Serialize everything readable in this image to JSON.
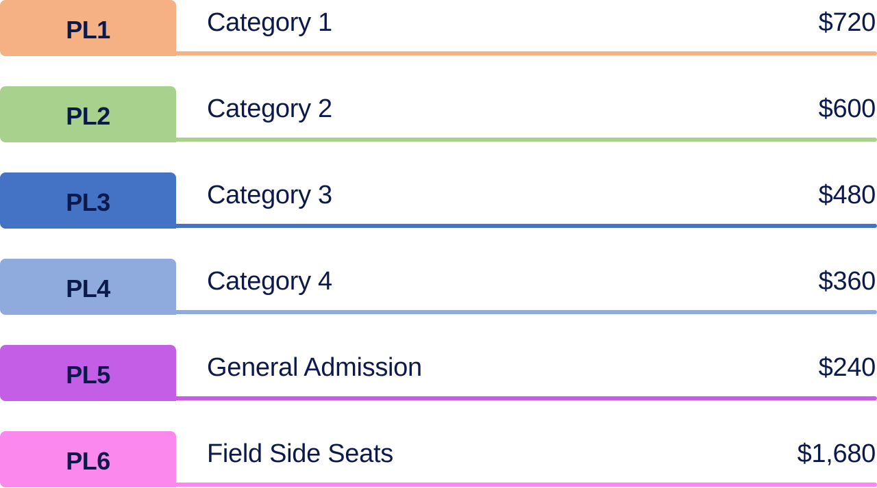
{
  "rows": [
    {
      "code": "PL1",
      "name": "Category 1",
      "price": "$720",
      "color": "#f5b184"
    },
    {
      "code": "PL2",
      "name": "Category 2",
      "price": "$600",
      "color": "#a9d18e"
    },
    {
      "code": "PL3",
      "name": "Category 3",
      "price": "$480",
      "color": "#4472c4"
    },
    {
      "code": "PL4",
      "name": "Category 4",
      "price": "$360",
      "color": "#8faadc"
    },
    {
      "code": "PL5",
      "name": "General Admission",
      "price": "$240",
      "color": "#c55ee6"
    },
    {
      "code": "PL6",
      "name": "Field Side Seats",
      "price": "$1,680",
      "color": "#fb88ec"
    }
  ]
}
